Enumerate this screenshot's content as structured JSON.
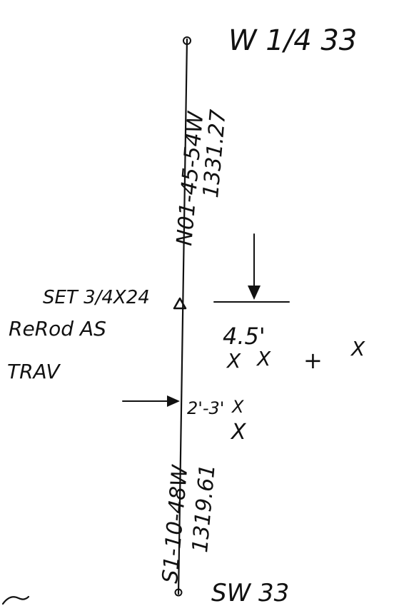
{
  "labels": {
    "corner_top": "W 1/4 33",
    "bearing_top": "N01-45-54W",
    "distance_top": "1331.27",
    "set_note_line1": "SET 3/4X24",
    "set_note_line2": "ReRod AS",
    "set_note_line3": "TRAV",
    "offset_distance": "4.5'",
    "fence_offset": "2'-3'",
    "bearing_bottom": "S1-10-48W",
    "distance_bottom": "1319.61",
    "corner_bottom": "SW 33",
    "fence_marks": [
      "X",
      "X",
      "+",
      "X",
      "X",
      "X"
    ]
  }
}
